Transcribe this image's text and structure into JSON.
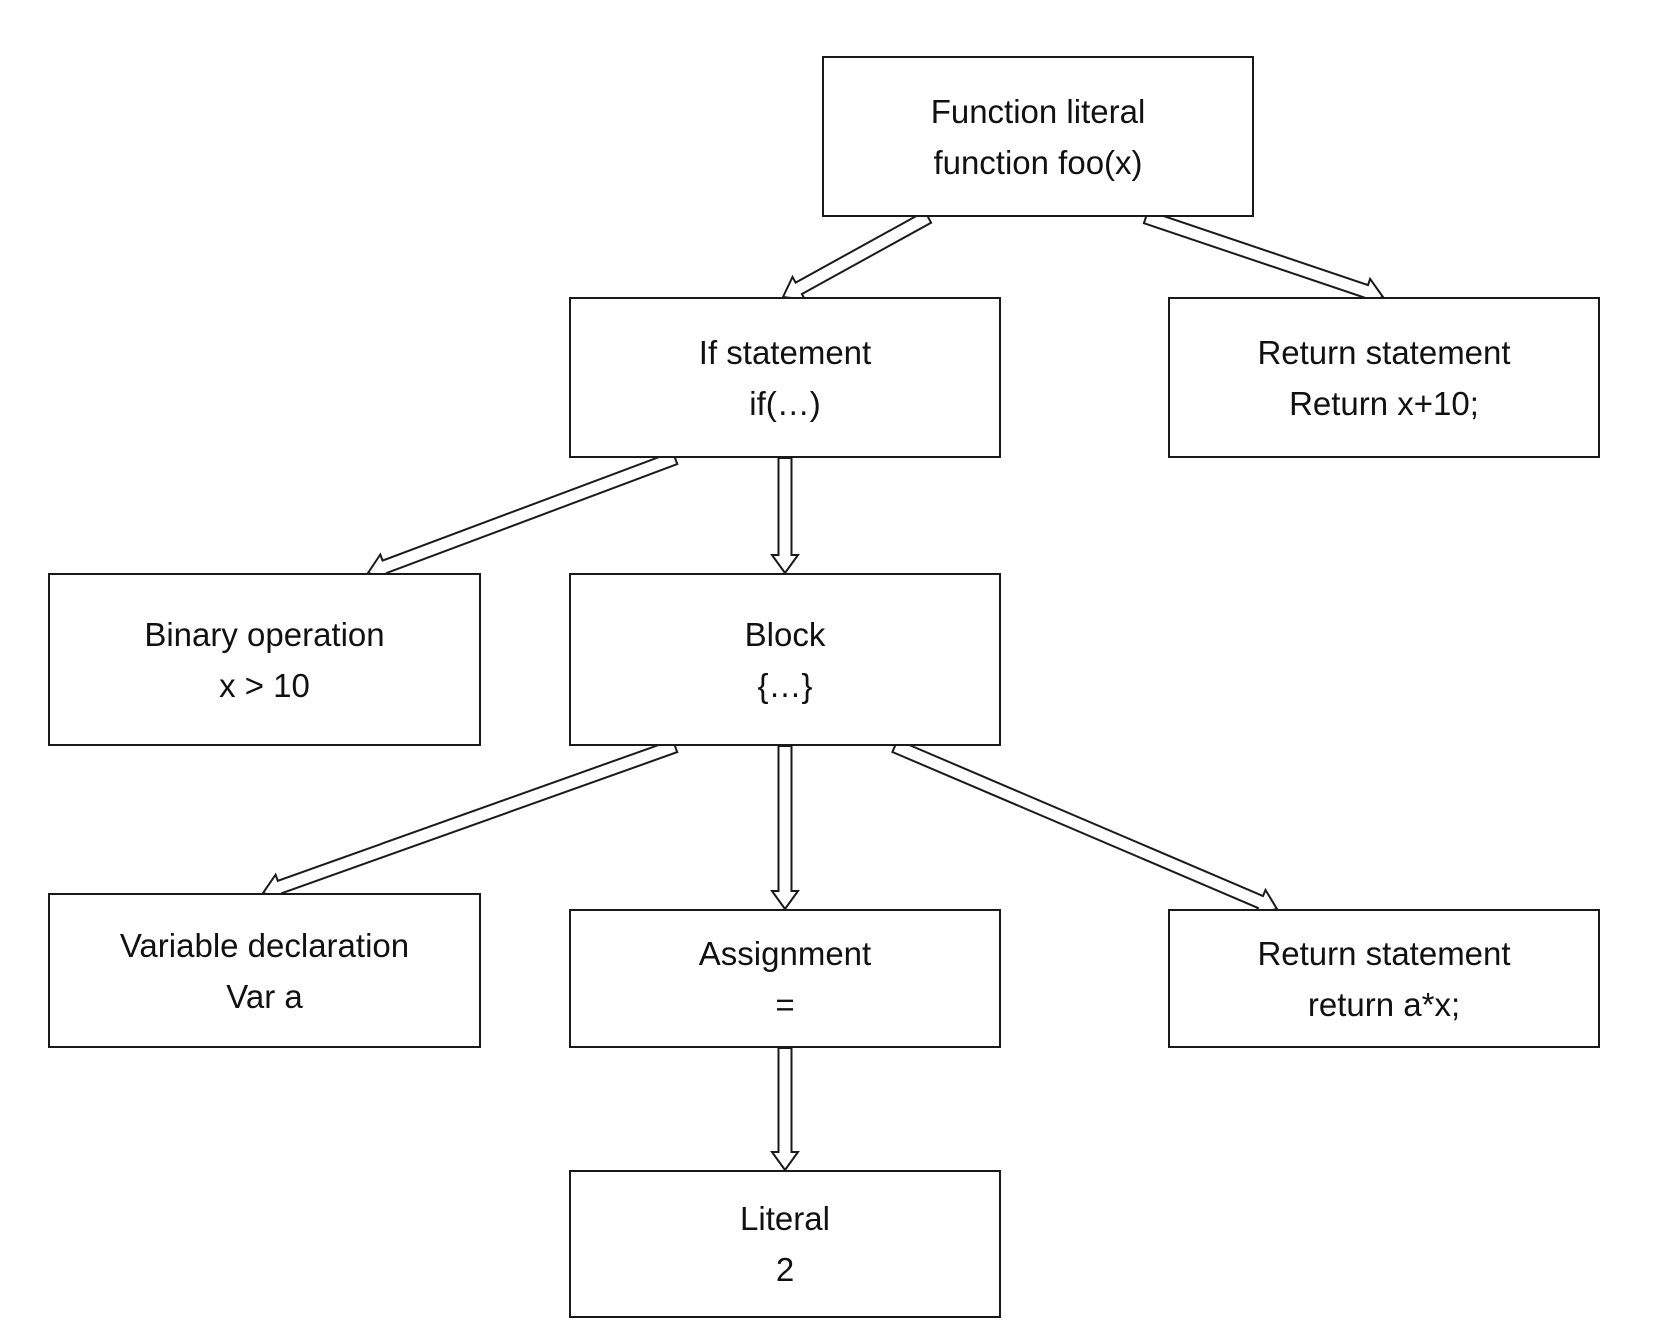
{
  "nodes": {
    "function_literal": {
      "kind": "Function literal",
      "code": "function foo(x)"
    },
    "if_statement": {
      "kind": "If statement",
      "code": "if(…)"
    },
    "return_statement_top": {
      "kind": "Return statement",
      "code": "Return x+10;"
    },
    "binary_operation": {
      "kind": "Binary operation",
      "code": "x > 10"
    },
    "block": {
      "kind": "Block",
      "code": "{…}"
    },
    "variable_declaration": {
      "kind": "Variable declaration",
      "code": "Var a"
    },
    "assignment": {
      "kind": "Assignment",
      "code": "="
    },
    "return_statement_bottom": {
      "kind": "Return statement",
      "code": "return a*x;"
    },
    "literal": {
      "kind": "Literal",
      "code": "2"
    }
  },
  "edges": [
    {
      "from": "function_literal",
      "to": "if_statement"
    },
    {
      "from": "function_literal",
      "to": "return_statement_top"
    },
    {
      "from": "if_statement",
      "to": "binary_operation"
    },
    {
      "from": "if_statement",
      "to": "block"
    },
    {
      "from": "block",
      "to": "variable_declaration"
    },
    {
      "from": "block",
      "to": "assignment"
    },
    {
      "from": "block",
      "to": "return_statement_bottom"
    },
    {
      "from": "assignment",
      "to": "literal"
    }
  ],
  "colors": {
    "stroke": "#1a1a1a",
    "fill": "#ffffff",
    "text": "#111111"
  }
}
